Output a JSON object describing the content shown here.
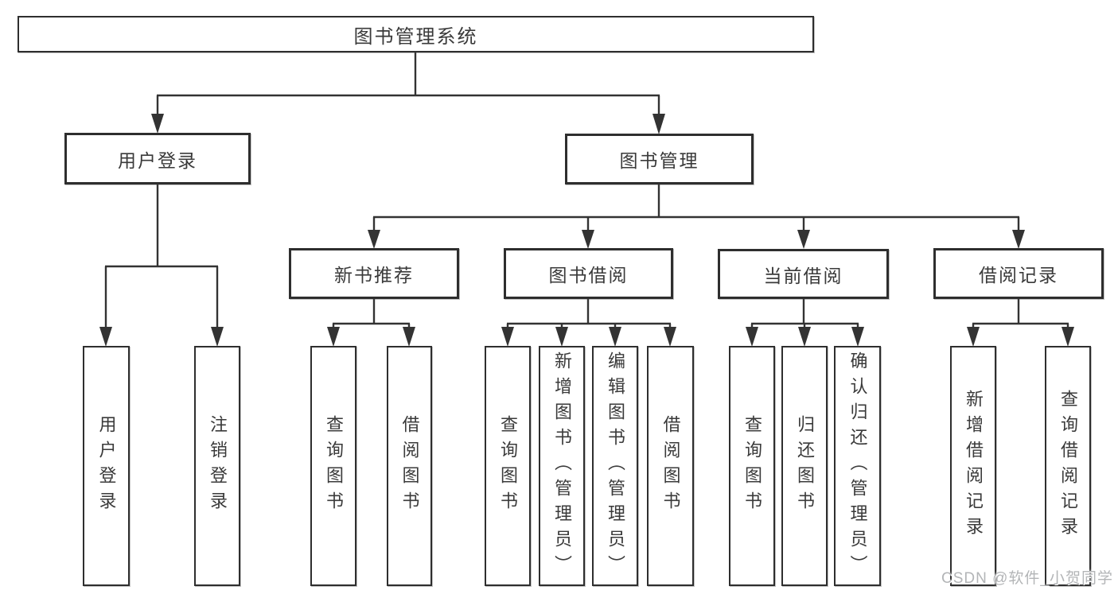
{
  "diagram": {
    "root": {
      "label": "图书管理系统"
    },
    "branches": [
      {
        "label": "用户登录",
        "leaves": [
          "用户登录",
          "注销登录"
        ]
      },
      {
        "label": "图书管理",
        "groups": [
          {
            "label": "新书推荐",
            "leaves": [
              "查询图书",
              "借阅图书"
            ]
          },
          {
            "label": "图书借阅",
            "leaves": [
              "查询图书",
              "新增图书（管理员）",
              "编辑图书（管理员）",
              "借阅图书"
            ]
          },
          {
            "label": "当前借阅",
            "leaves": [
              "查询图书",
              "归还图书",
              "确认归还（管理员）"
            ]
          },
          {
            "label": "借阅记录",
            "leaves": [
              "新增借阅记录",
              "查询借阅记录"
            ]
          }
        ]
      }
    ],
    "watermark": "CSDN @软件_小贺同学",
    "colors": {
      "line": "#333333",
      "text": "#3a3a3a",
      "watermark": "#b3b5b7",
      "background": "#ffffff"
    }
  }
}
